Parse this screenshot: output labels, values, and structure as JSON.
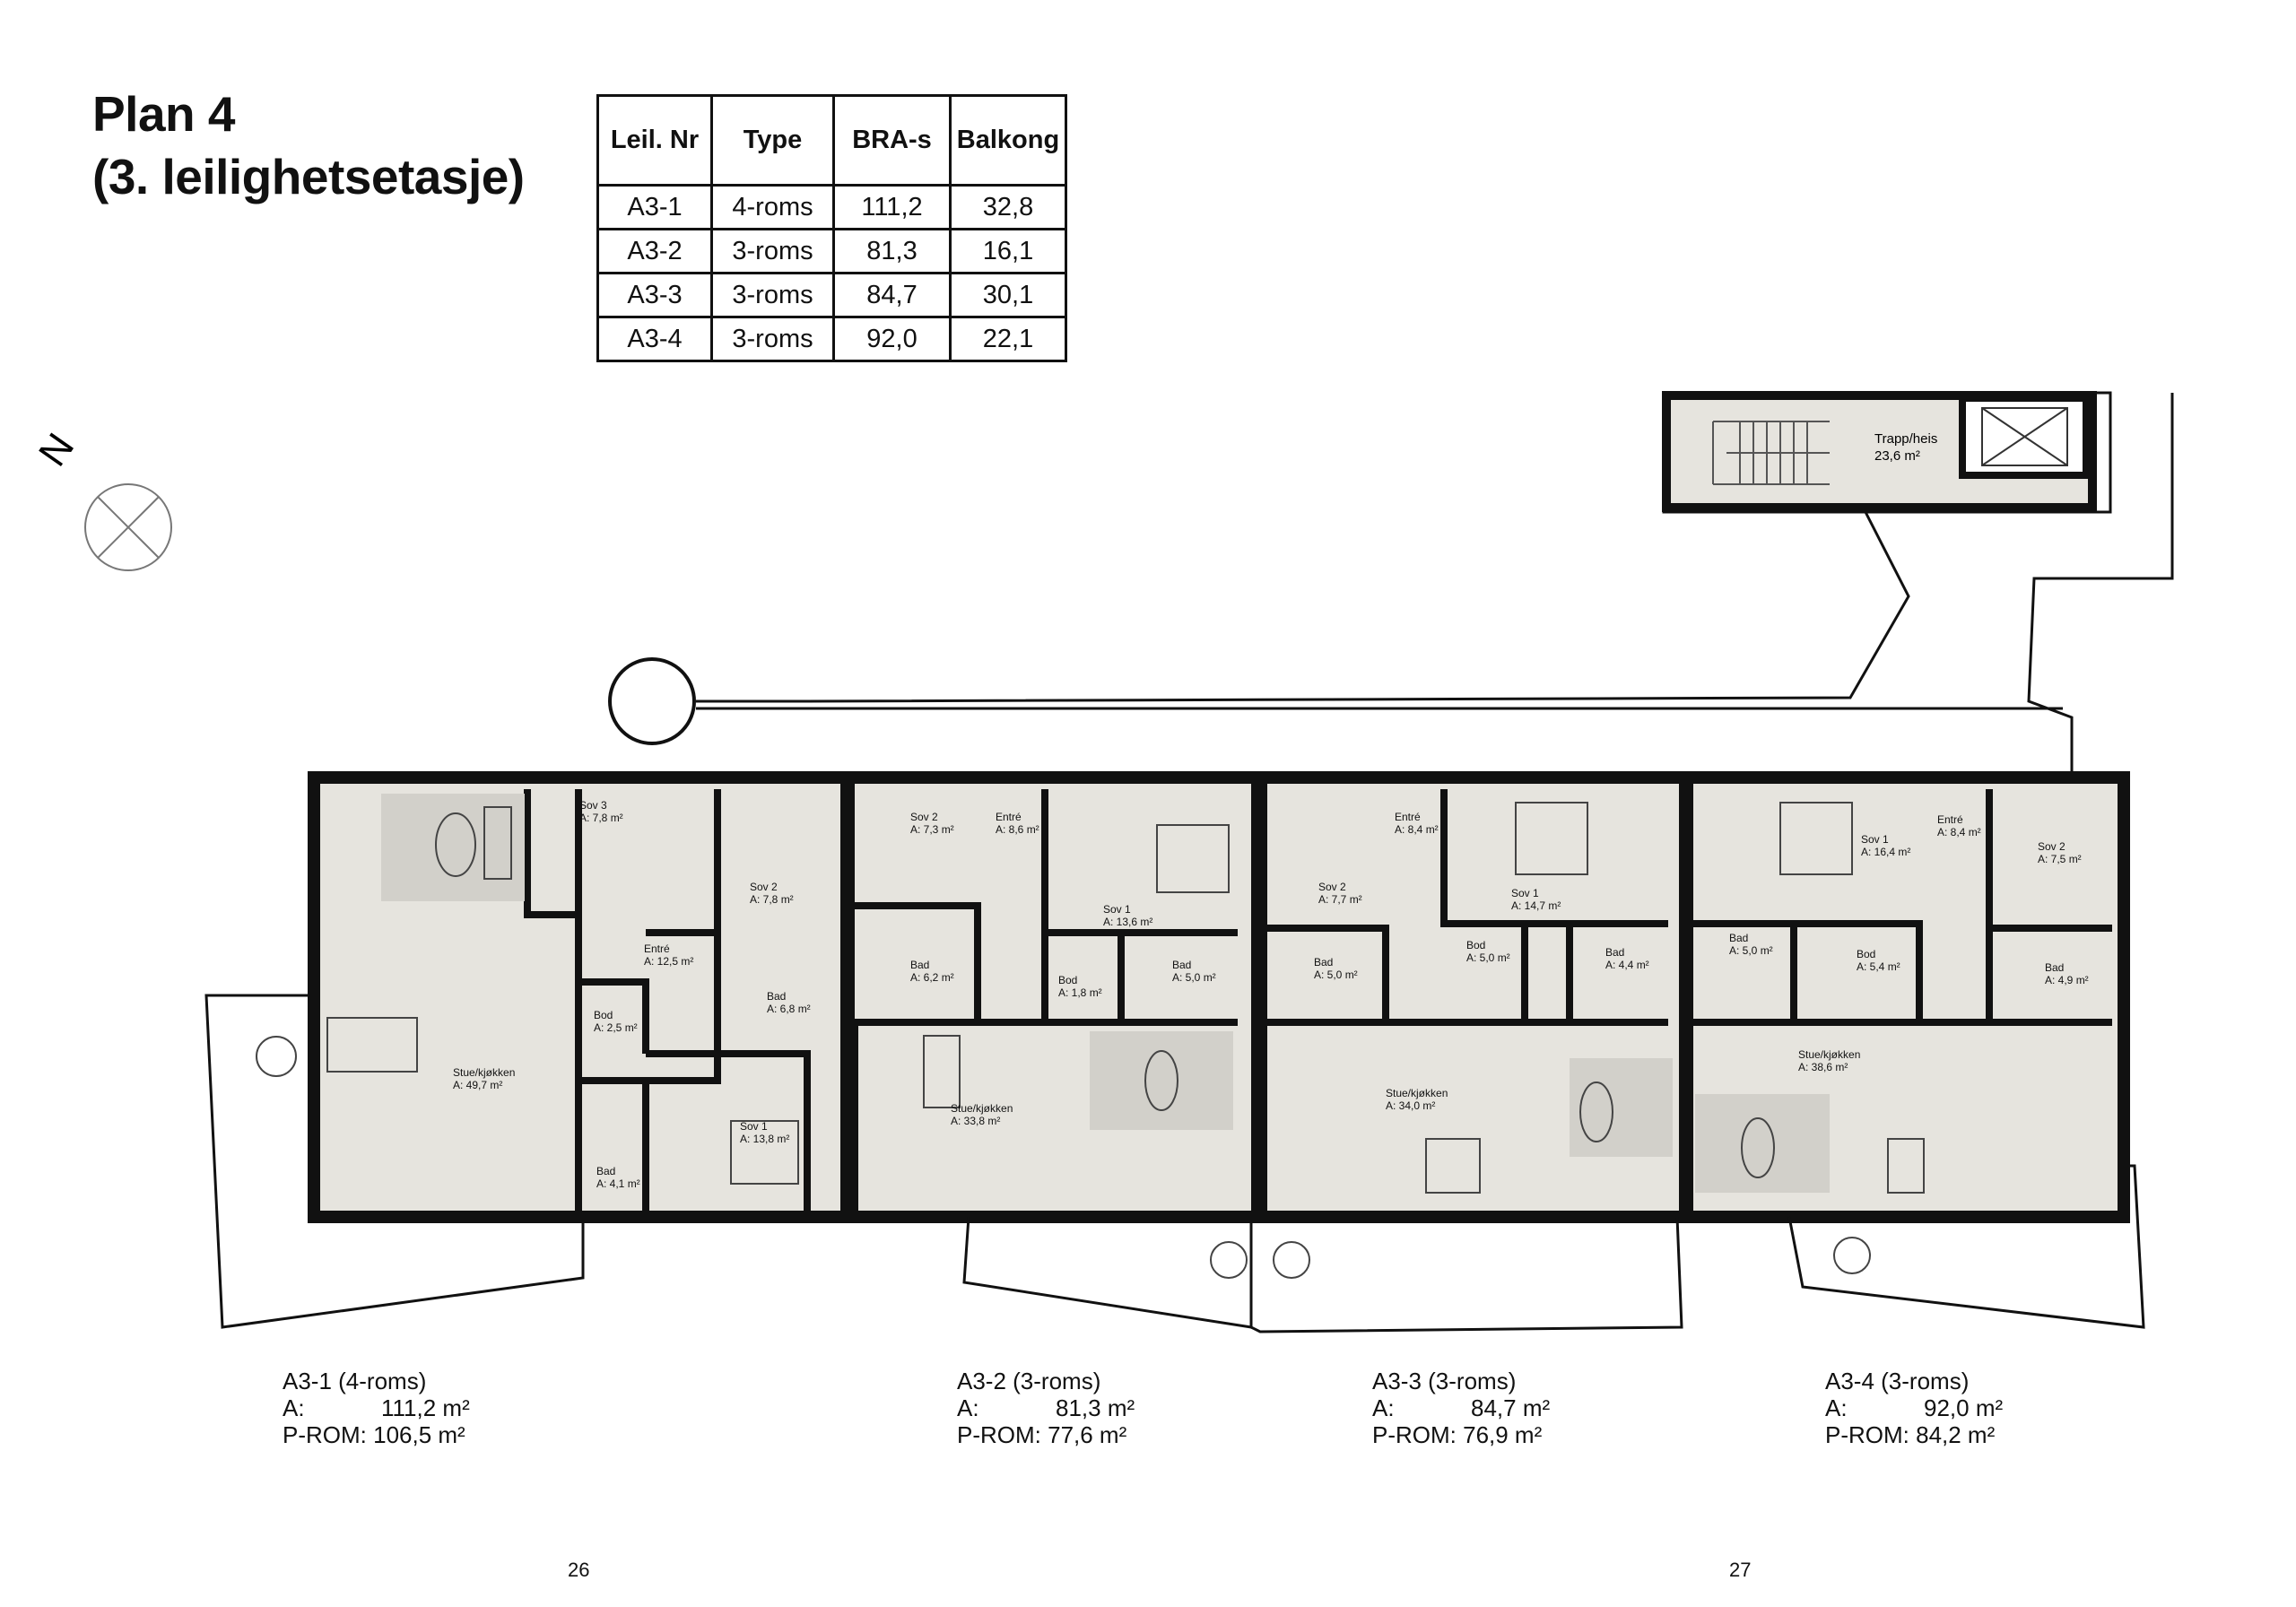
{
  "title": {
    "line1": "Plan 4",
    "line2": "(3. leilighetsetasje)"
  },
  "table": {
    "headers": [
      "Leil. Nr",
      "Type",
      "BRA-s",
      "Balkong"
    ],
    "rows": [
      [
        "A3-1",
        "4-roms",
        "111,2",
        "32,8"
      ],
      [
        "A3-2",
        "3-roms",
        "81,3",
        "16,1"
      ],
      [
        "A3-3",
        "3-roms",
        "84,7",
        "30,1"
      ],
      [
        "A3-4",
        "3-roms",
        "92,0",
        "22,1"
      ]
    ]
  },
  "compass": {
    "label": "N"
  },
  "stair": {
    "name": "Trapp/heis",
    "area": "23,6 m²"
  },
  "rooms": [
    {
      "name": "Sov 3",
      "area": "A: 7,8 m²"
    },
    {
      "name": "Sov 2",
      "area": "A: 7,8 m²"
    },
    {
      "name": "Entré",
      "area": "A: 12,5 m²"
    },
    {
      "name": "Bad",
      "area": "A: 6,8 m²"
    },
    {
      "name": "Bod",
      "area": "A: 2,5 m²"
    },
    {
      "name": "Stue/kjøkken",
      "area": "A:      49,7 m²"
    },
    {
      "name": "Bad",
      "area": "A: 4,1 m²"
    },
    {
      "name": "Sov 1",
      "area": "A: 13,8 m²"
    },
    {
      "name": "Sov 2",
      "area": "A: 7,3 m²"
    },
    {
      "name": "Entré",
      "area": "A: 8,6 m²"
    },
    {
      "name": "Sov 1",
      "area": "A: 13,6 m²"
    },
    {
      "name": "Bad",
      "area": "A: 6,2 m²"
    },
    {
      "name": "Bod",
      "area": "A: 1,8 m²"
    },
    {
      "name": "Bad",
      "area": "A: 5,0 m²"
    },
    {
      "name": "Stue/kjøkken",
      "area": "A:      33,8 m²"
    },
    {
      "name": "Entré",
      "area": "A: 8,4 m²"
    },
    {
      "name": "Sov 2",
      "area": "A: 7,7 m²"
    },
    {
      "name": "Sov 1",
      "area": "A: 14,7 m²"
    },
    {
      "name": "Bad",
      "area": "A: 5,0 m²"
    },
    {
      "name": "Bod",
      "area": "A: 5,0 m²"
    },
    {
      "name": "Bad",
      "area": "A: 4,4 m²"
    },
    {
      "name": "Stue/kjøkken",
      "area": "A:      34,0 m²"
    },
    {
      "name": "Sov 1",
      "area": "A: 16,4 m²"
    },
    {
      "name": "Entré",
      "area": "A: 8,4 m²"
    },
    {
      "name": "Sov 2",
      "area": "A: 7,5 m²"
    },
    {
      "name": "Bad",
      "area": "A: 5,0 m²"
    },
    {
      "name": "Bod",
      "area": "A: 5,4 m²"
    },
    {
      "name": "Bad",
      "area": "A: 4,9 m²"
    },
    {
      "name": "Stue/kjøkken",
      "area": "A:      38,6 m²"
    }
  ],
  "summaries": [
    {
      "name": "A3-1 (4-roms)",
      "a_label": "A:",
      "a_value": "111,2 m²",
      "prom": "P-ROM: 106,5 m²"
    },
    {
      "name": "A3-2 (3-roms)",
      "a_label": "A:",
      "a_value": "81,3 m²",
      "prom": "P-ROM: 77,6 m²"
    },
    {
      "name": "A3-3 (3-roms)",
      "a_label": "A:",
      "a_value": "84,7 m²",
      "prom": "P-ROM: 76,9 m²"
    },
    {
      "name": "A3-4 (3-roms)",
      "a_label": "A:",
      "a_value": "92,0 m²",
      "prom": "P-ROM: 84,2 m²"
    }
  ],
  "page_numbers": {
    "left": "26",
    "right": "27"
  },
  "colors": {
    "floor": "#e6e4de",
    "wall": "#111111",
    "rug": "#d2d0ca",
    "background": "#ffffff"
  }
}
